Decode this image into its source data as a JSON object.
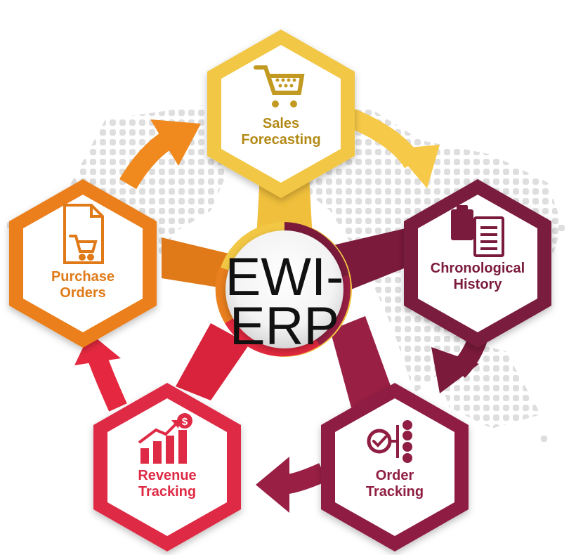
{
  "center": {
    "line1": "EWI-",
    "line2": "ERP"
  },
  "nodes": [
    {
      "id": "sales",
      "line1": "Sales",
      "line2": "Forecasting",
      "icon": "shopping-cart-icon",
      "color": "#f2c744",
      "text_color": "#b38a16"
    },
    {
      "id": "history",
      "line1": "Chronological",
      "line2": "History",
      "icon": "clipboard-document-icon",
      "color": "#7a1a3c",
      "text_color": "#7a1a3c"
    },
    {
      "id": "order",
      "line1": "Order",
      "line2": "Tracking",
      "icon": "checkmark-flow-icon",
      "color": "#8f1e42",
      "text_color": "#8f1e42"
    },
    {
      "id": "revenue",
      "line1": "Revenue",
      "line2": "Tracking",
      "icon": "growth-chart-dollar-icon",
      "color": "#df2a45",
      "text_color": "#df2a45"
    },
    {
      "id": "purchase",
      "line1": "Purchase",
      "line2": "Orders",
      "icon": "document-cart-icon",
      "color": "#ea7f1d",
      "text_color": "#e07a18"
    }
  ]
}
